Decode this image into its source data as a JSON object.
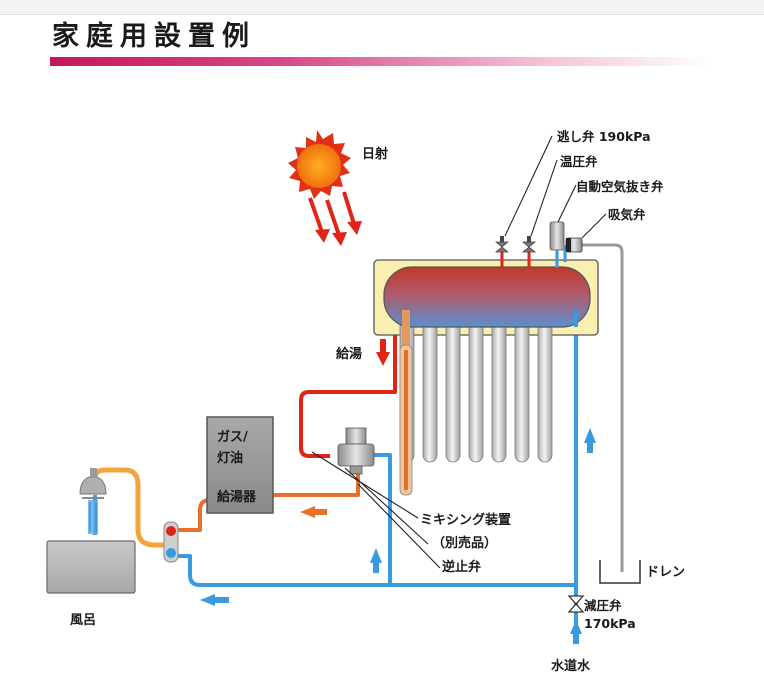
{
  "title": "家庭用設置例",
  "labels": {
    "sun": "日射",
    "relief_valve": "逃し弁 190kPa",
    "temp_pressure_valve": "温圧弁",
    "air_vent": "自動空気抜き弁",
    "vacuum_breaker": "吸気弁",
    "hot_supply": "給湯",
    "heater_line1": "ガス/",
    "heater_line2": "灯油",
    "heater_line3": "給湯器",
    "mixing_line1": "ミキシング装置",
    "mixing_line2": "（別売品）",
    "check_valve": "逆止弁",
    "drain": "ドレン",
    "bath": "風呂",
    "reducing_valve_line1": "減圧弁",
    "reducing_valve_line2": "170kPa",
    "city_water": "水道水"
  },
  "colors": {
    "hot": "#e02418",
    "cold": "#3a9ae0",
    "warm": "#e8702a",
    "shower": "#f2a33a",
    "accent": "#c2185b"
  }
}
